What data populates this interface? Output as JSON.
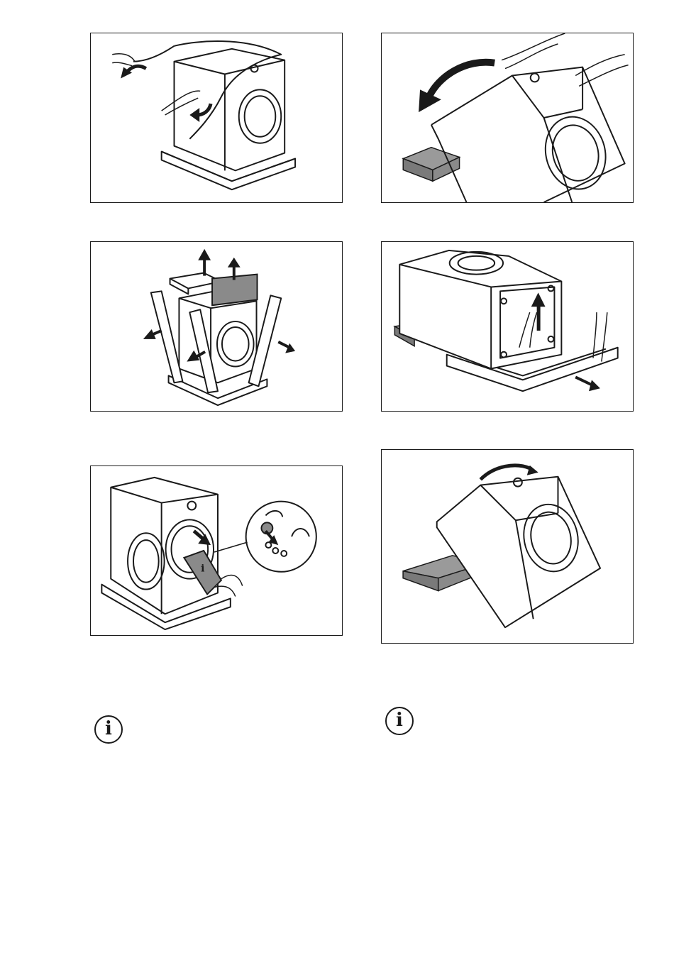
{
  "document": {
    "icons": {
      "info_glyph": "i",
      "info_icon_name": "information-icon"
    },
    "figures": [
      {
        "id": "remove-cover",
        "icon": "unwrap-protective-cover"
      },
      {
        "id": "tilt-back",
        "icon": "tilt-machine-backwards"
      },
      {
        "id": "remove-packaging",
        "icon": "lift-packaging-parts"
      },
      {
        "id": "remove-base",
        "icon": "pull-out-base-tray"
      },
      {
        "id": "remove-bag",
        "icon": "take-out-accessory-bag"
      },
      {
        "id": "tilt-upright",
        "icon": "tilt-machine-upright"
      }
    ],
    "colors": {
      "line": "#1a1a1a",
      "fill_gray": "#8a8a8a",
      "background": "#ffffff"
    }
  }
}
